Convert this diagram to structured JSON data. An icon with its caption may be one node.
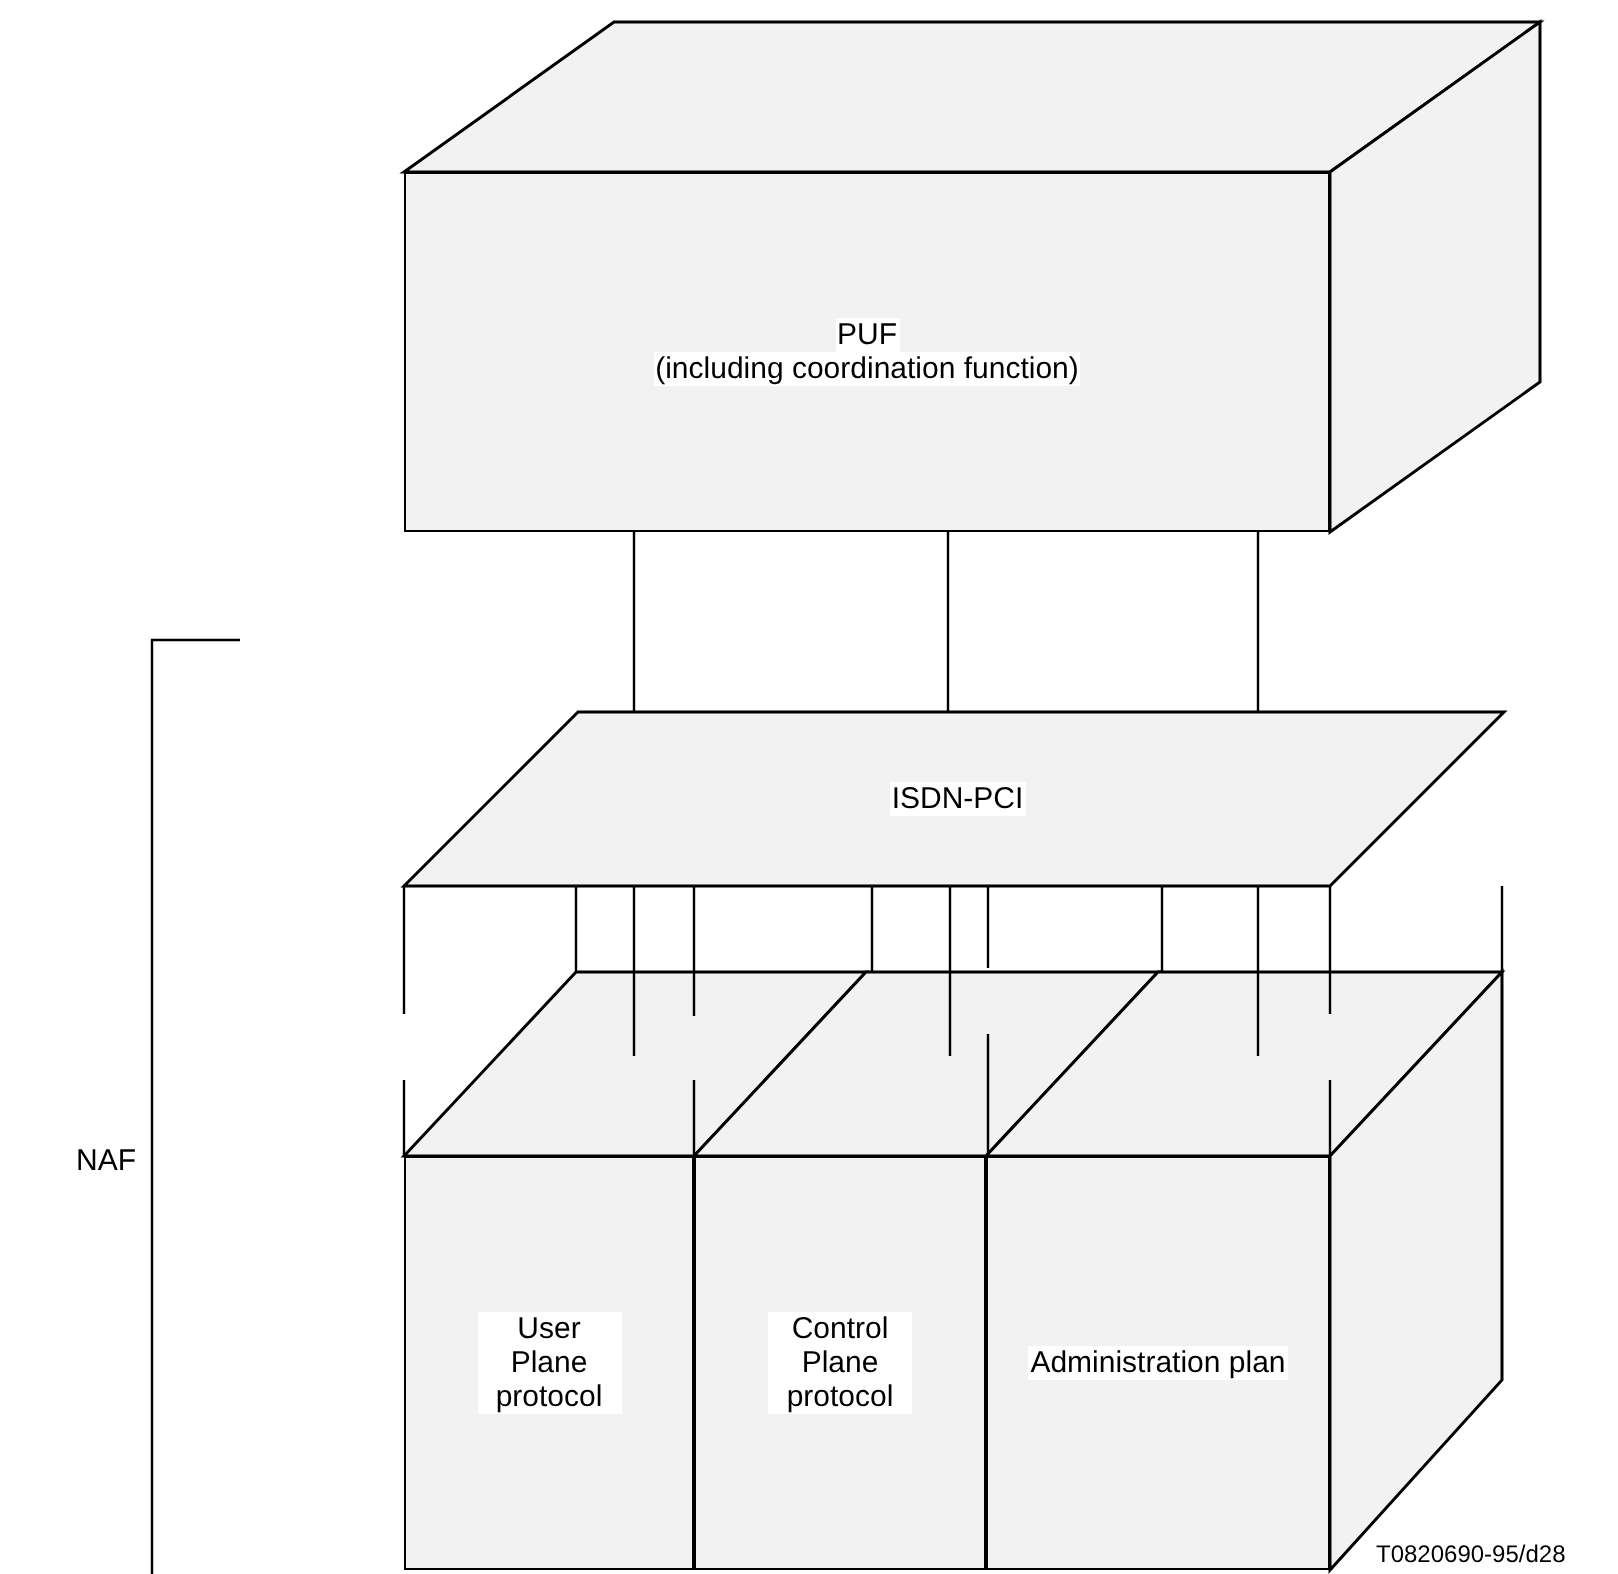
{
  "diagram": {
    "nodes": [
      {
        "text": [
          "PUF",
          "(including coordination function)"
        ]
      },
      {
        "text": [
          "ISDN-PCI"
        ]
      },
      {
        "text": [
          "User Plane protocol"
        ]
      },
      {
        "text": [
          "Control Plane protocol"
        ]
      },
      {
        "text": [
          "Administration plan"
        ]
      }
    ],
    "edges": [
      {
        "from": 0,
        "to": 1,
        "arrow": "none"
      },
      {
        "from": 0,
        "to": 1,
        "arrow": "none"
      },
      {
        "from": 0,
        "to": 1,
        "arrow": "none"
      },
      {
        "from": 1,
        "to": 2,
        "arrow": "none"
      },
      {
        "from": 1,
        "to": 3,
        "arrow": "none"
      },
      {
        "from": 1,
        "to": 4,
        "arrow": "none"
      }
    ],
    "labels": [
      "NAF",
      "T0820690-95/d28"
    ]
  }
}
